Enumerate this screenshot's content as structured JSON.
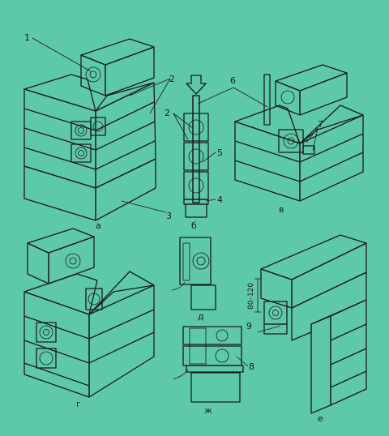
{
  "colors": {
    "background": "#5ec9a8",
    "wood_top": "#f3ecd8",
    "wood_side": "#e9dfc4",
    "wood_end": "#efe6cd",
    "ink": "#1a1a1a",
    "foundation": "#f1eed9",
    "hatch_fill": "#f4efdf"
  },
  "panels": {
    "a": "а",
    "b": "б",
    "v": "в",
    "g": "г",
    "d": "д",
    "zh": "ж",
    "e": "е"
  },
  "callouts": {
    "n1": "1",
    "n2a": "2",
    "n2b": "2",
    "n3": "3",
    "n4": "4",
    "n5": "5",
    "n6": "6",
    "n7": "7",
    "n8": "8",
    "n9": "9"
  },
  "dimension": "80–120",
  "icons": {
    "arrow": "down-arrow-icon"
  }
}
